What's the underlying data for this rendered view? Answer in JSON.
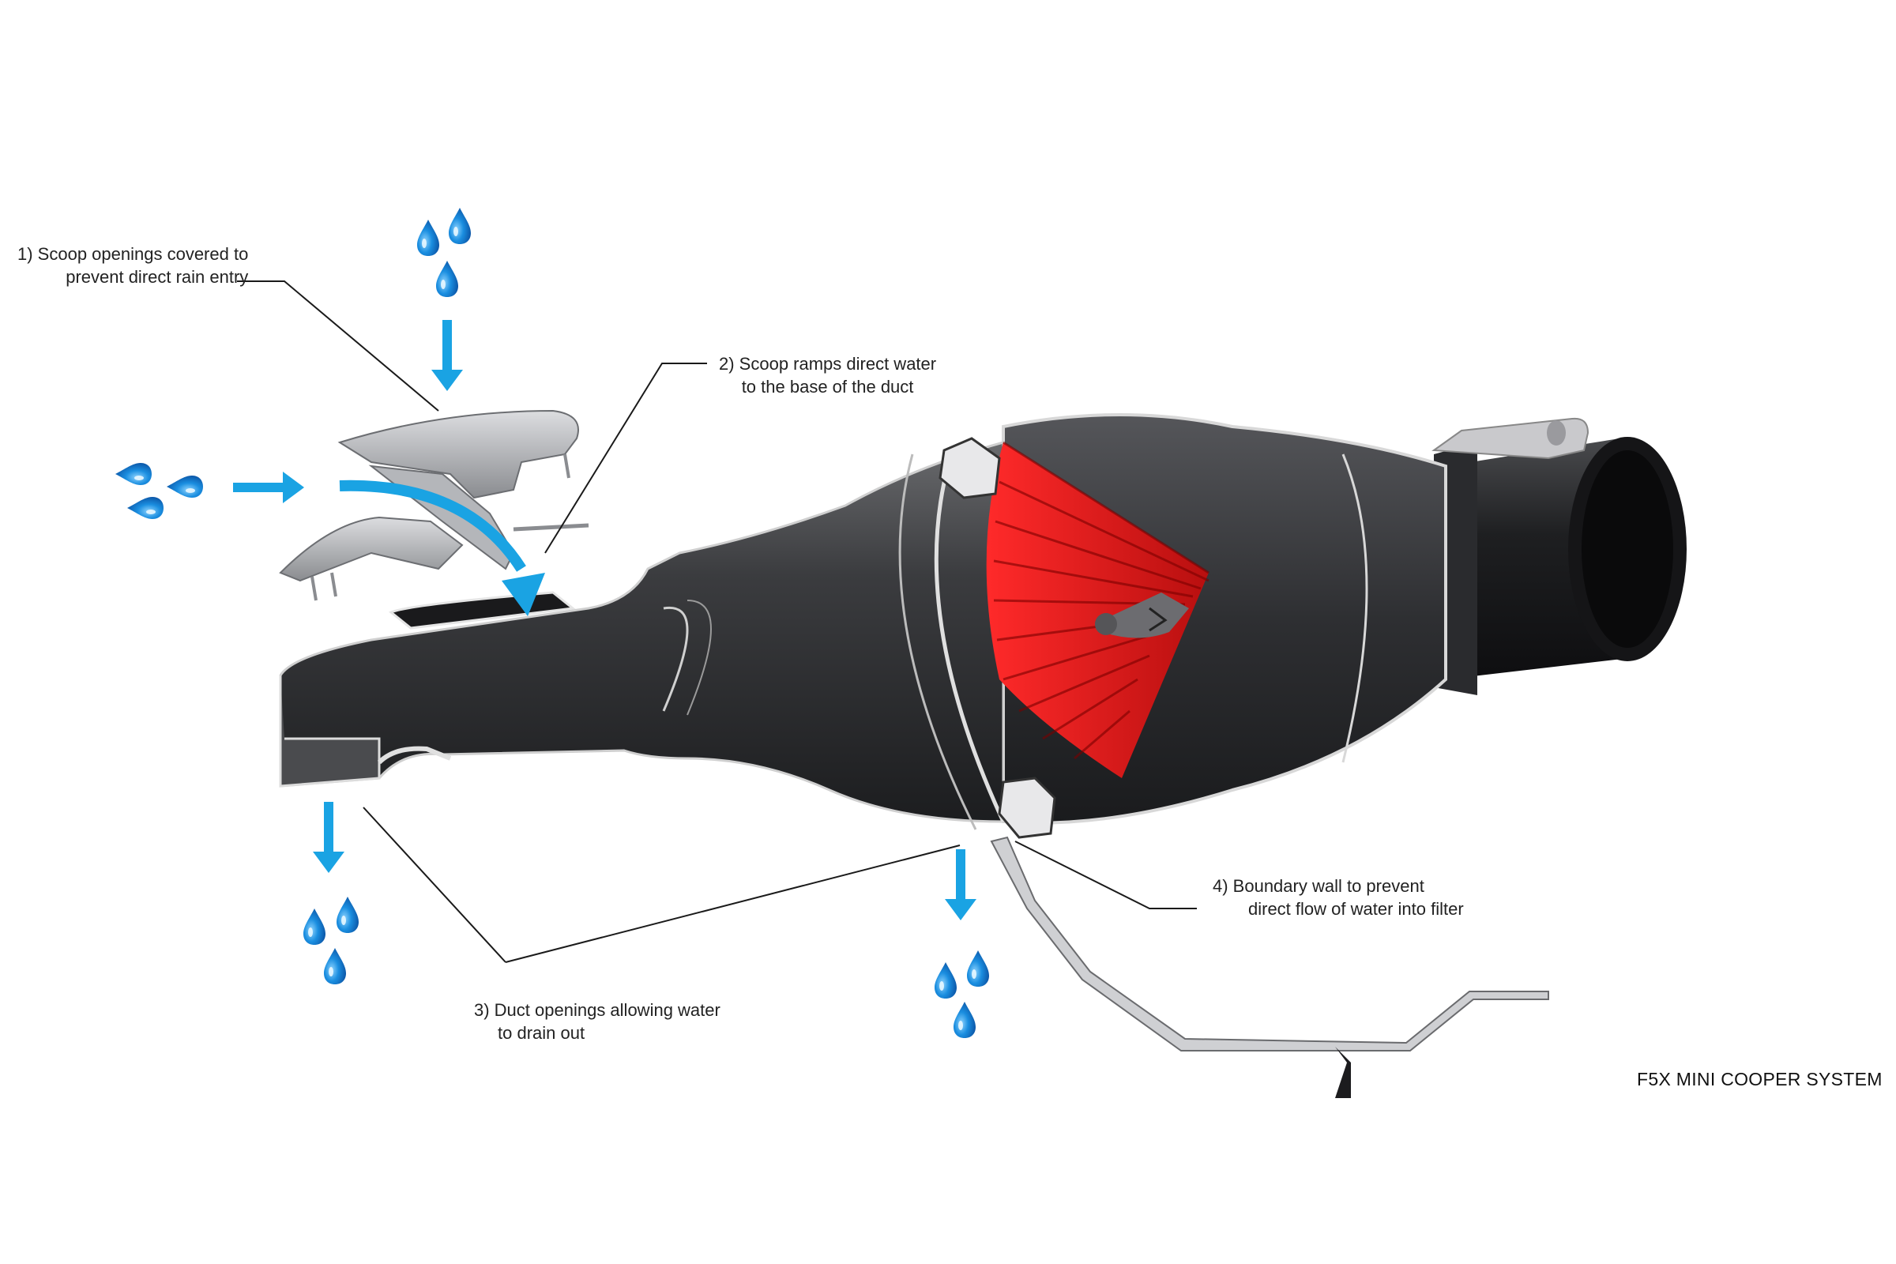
{
  "callouts": [
    {
      "id": "scoop-openings",
      "lines": [
        "1) Scoop openings covered to",
        "prevent direct rain entry"
      ]
    },
    {
      "id": "scoop-ramps",
      "lines": [
        "2) Scoop ramps direct water",
        "to the base of the duct"
      ]
    },
    {
      "id": "duct-openings",
      "lines": [
        "3) Duct openings allowing water",
        "to drain out"
      ]
    },
    {
      "id": "boundary-wall",
      "lines": [
        "4) Boundary wall to prevent",
        "direct flow of water into filter"
      ]
    }
  ],
  "system_label": "F5X MINI COOPER SYSTEM",
  "colors": {
    "water": "#1aa3e3",
    "water_dark": "#0b64b8",
    "filter": "#e81c1c",
    "duct": "#3a3b3d",
    "duct_dark": "#1f2022",
    "leader": "#1a1a1a"
  }
}
